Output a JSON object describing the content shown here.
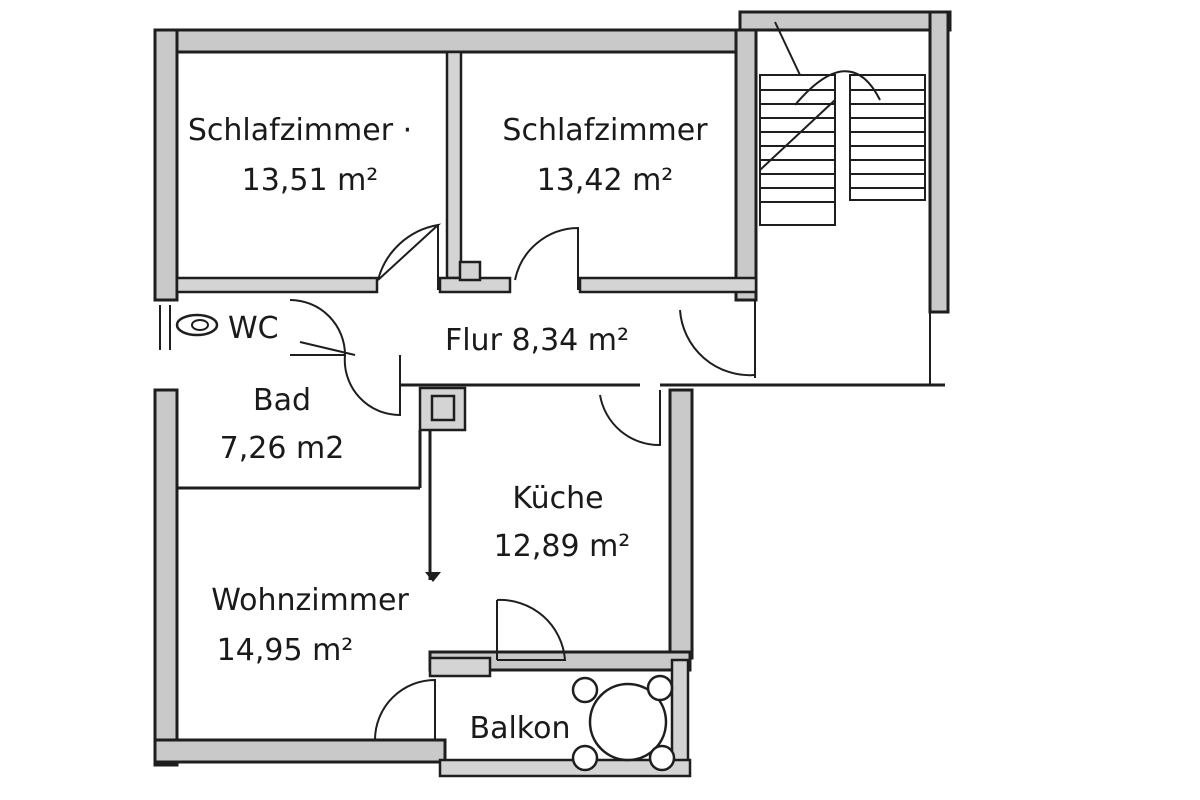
{
  "rooms": {
    "schlafzimmer_1": {
      "name": "Schlafzimmer ·",
      "area": "13,51 m²"
    },
    "schlafzimmer_2": {
      "name": "Schlafzimmer",
      "area": "13,42 m²"
    },
    "wc": {
      "name": "WC"
    },
    "flur": {
      "label": "Flur 8,34 m²"
    },
    "bad": {
      "name": "Bad",
      "area": "7,26 m2"
    },
    "kueche": {
      "name": "Küche",
      "area": "12,89 m²"
    },
    "wohnzimmer": {
      "name": "Wohnzimmer",
      "area": "14,95 m²"
    },
    "balkon": {
      "name": "Balkon"
    }
  }
}
